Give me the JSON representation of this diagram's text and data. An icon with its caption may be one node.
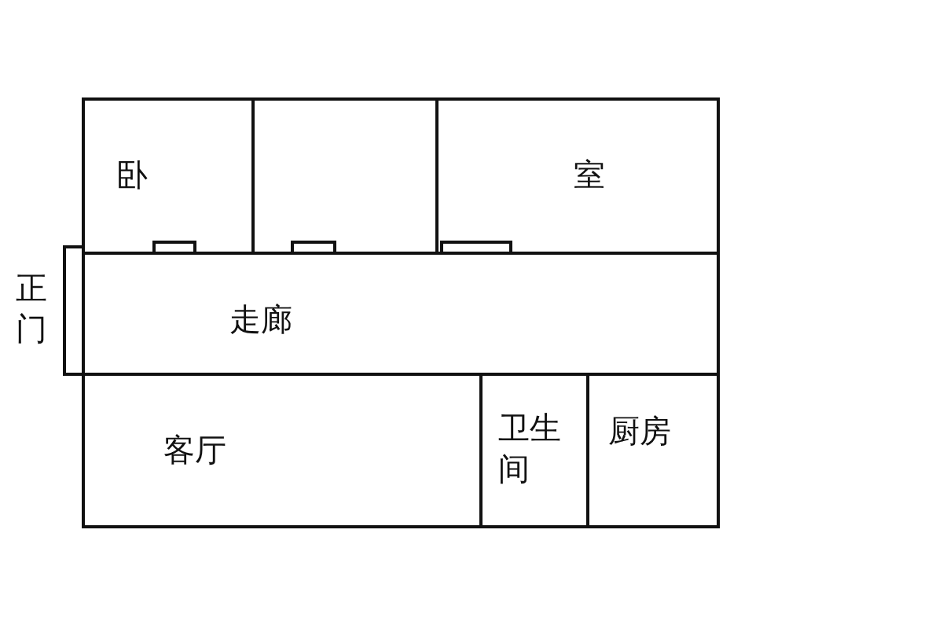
{
  "diagram": {
    "nodes": [
      {
        "text": [
          "卧"
        ]
      },
      {
        "text": [],
        "shape": "box"
      },
      {
        "text": [
          "室"
        ]
      },
      {
        "text": [
          "正门"
        ]
      },
      {
        "text": [
          "走廊"
        ]
      },
      {
        "text": [
          "客厅"
        ]
      },
      {
        "text": [
          "卫生间"
        ]
      },
      {
        "text": [
          "厨房"
        ]
      }
    ]
  }
}
